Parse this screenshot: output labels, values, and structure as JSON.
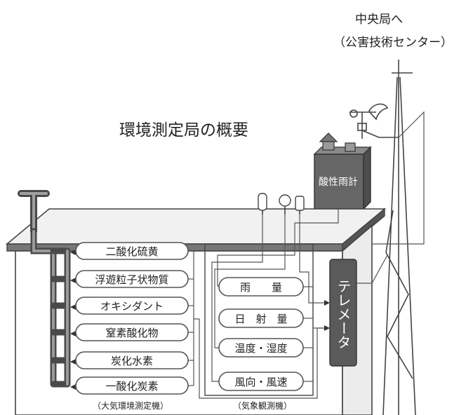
{
  "header": {
    "destination_line1": "中央局へ",
    "destination_line2": "（公害技術センター）"
  },
  "title": "環境測定局の概要",
  "acid_rain_gauge": {
    "label": "酸性雨計"
  },
  "air_monitors": {
    "items": [
      "二酸化硫黄",
      "浮遊粒子状物質",
      "オキシダント",
      "窒素酸化物",
      "炭化水素",
      "一酸化炭素"
    ],
    "caption": "（大気環境測定機）"
  },
  "weather_monitors": {
    "items": [
      "雨　　量",
      "日　射　量",
      "温度・湿度",
      "風向・風速"
    ],
    "caption": "（気象観測機）"
  },
  "telemeter": {
    "label": "テレメータ"
  }
}
